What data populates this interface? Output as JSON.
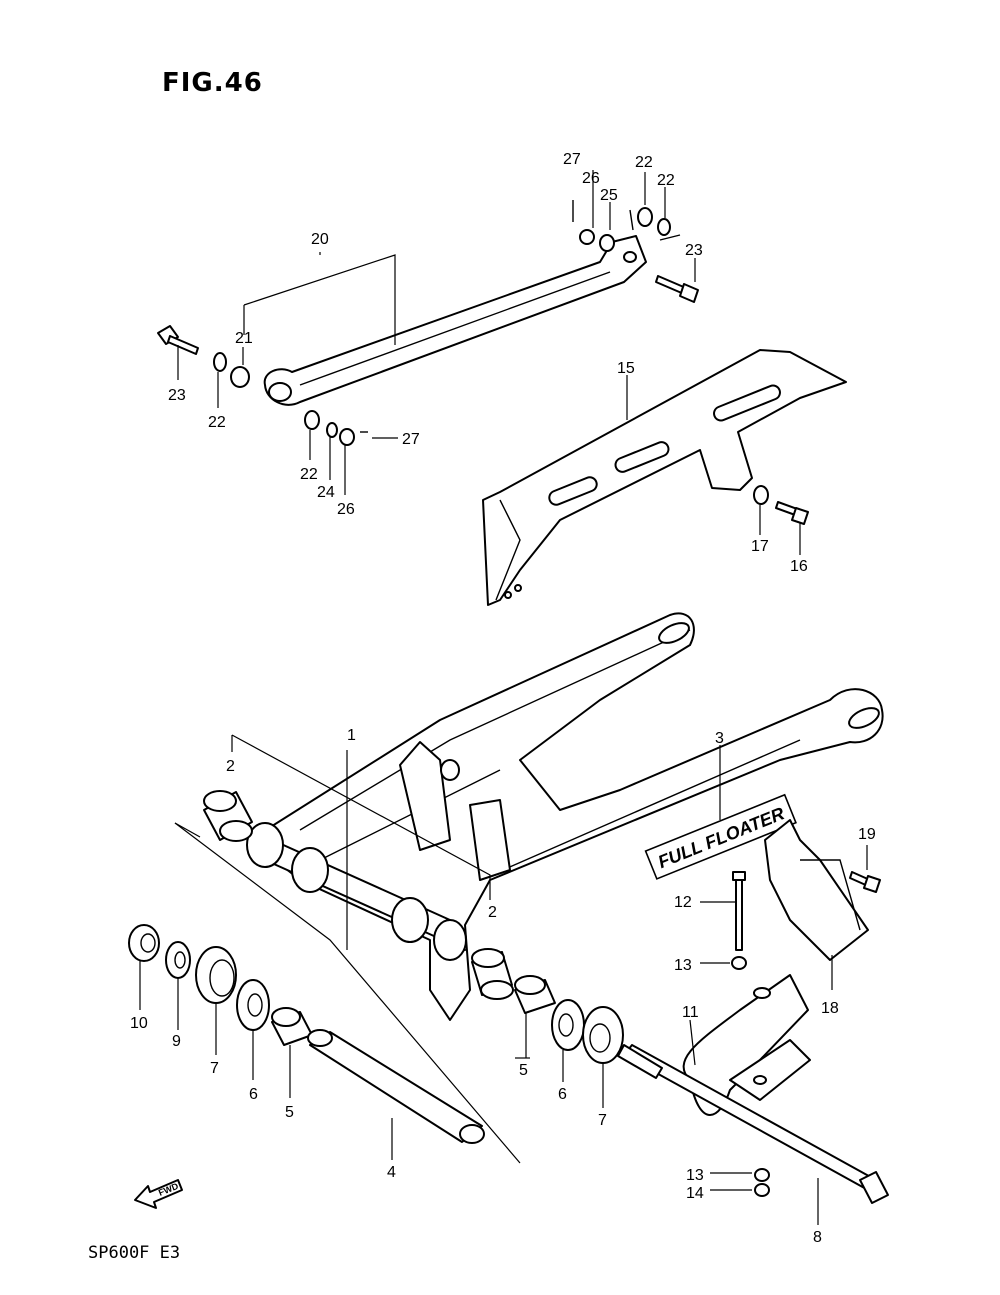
{
  "figure": {
    "title": "FIG.46",
    "model_code": "SP600F E3",
    "brand_decal": "FULL FLOATER",
    "fwd_arrow": "FWD"
  },
  "callouts": {
    "c1": "1",
    "c2a": "2",
    "c2b": "2",
    "c3": "3",
    "c4": "4",
    "c5a": "5",
    "c5b": "5",
    "c6a": "6",
    "c6b": "6",
    "c7a": "7",
    "c7b": "7",
    "c8": "8",
    "c9": "9",
    "c10": "10",
    "c11": "11",
    "c12": "12",
    "c13a": "13",
    "c13b": "13",
    "c14": "14",
    "c15": "15",
    "c16": "16",
    "c17": "17",
    "c18": "18",
    "c19": "19",
    "c20": "20",
    "c21": "21",
    "c22a": "22",
    "c22b": "22",
    "c22c": "22",
    "c22d": "22",
    "c23a": "23",
    "c23b": "23",
    "c24": "24",
    "c25": "25",
    "c26a": "26",
    "c26b": "26",
    "c27a": "27",
    "c27b": "27"
  }
}
